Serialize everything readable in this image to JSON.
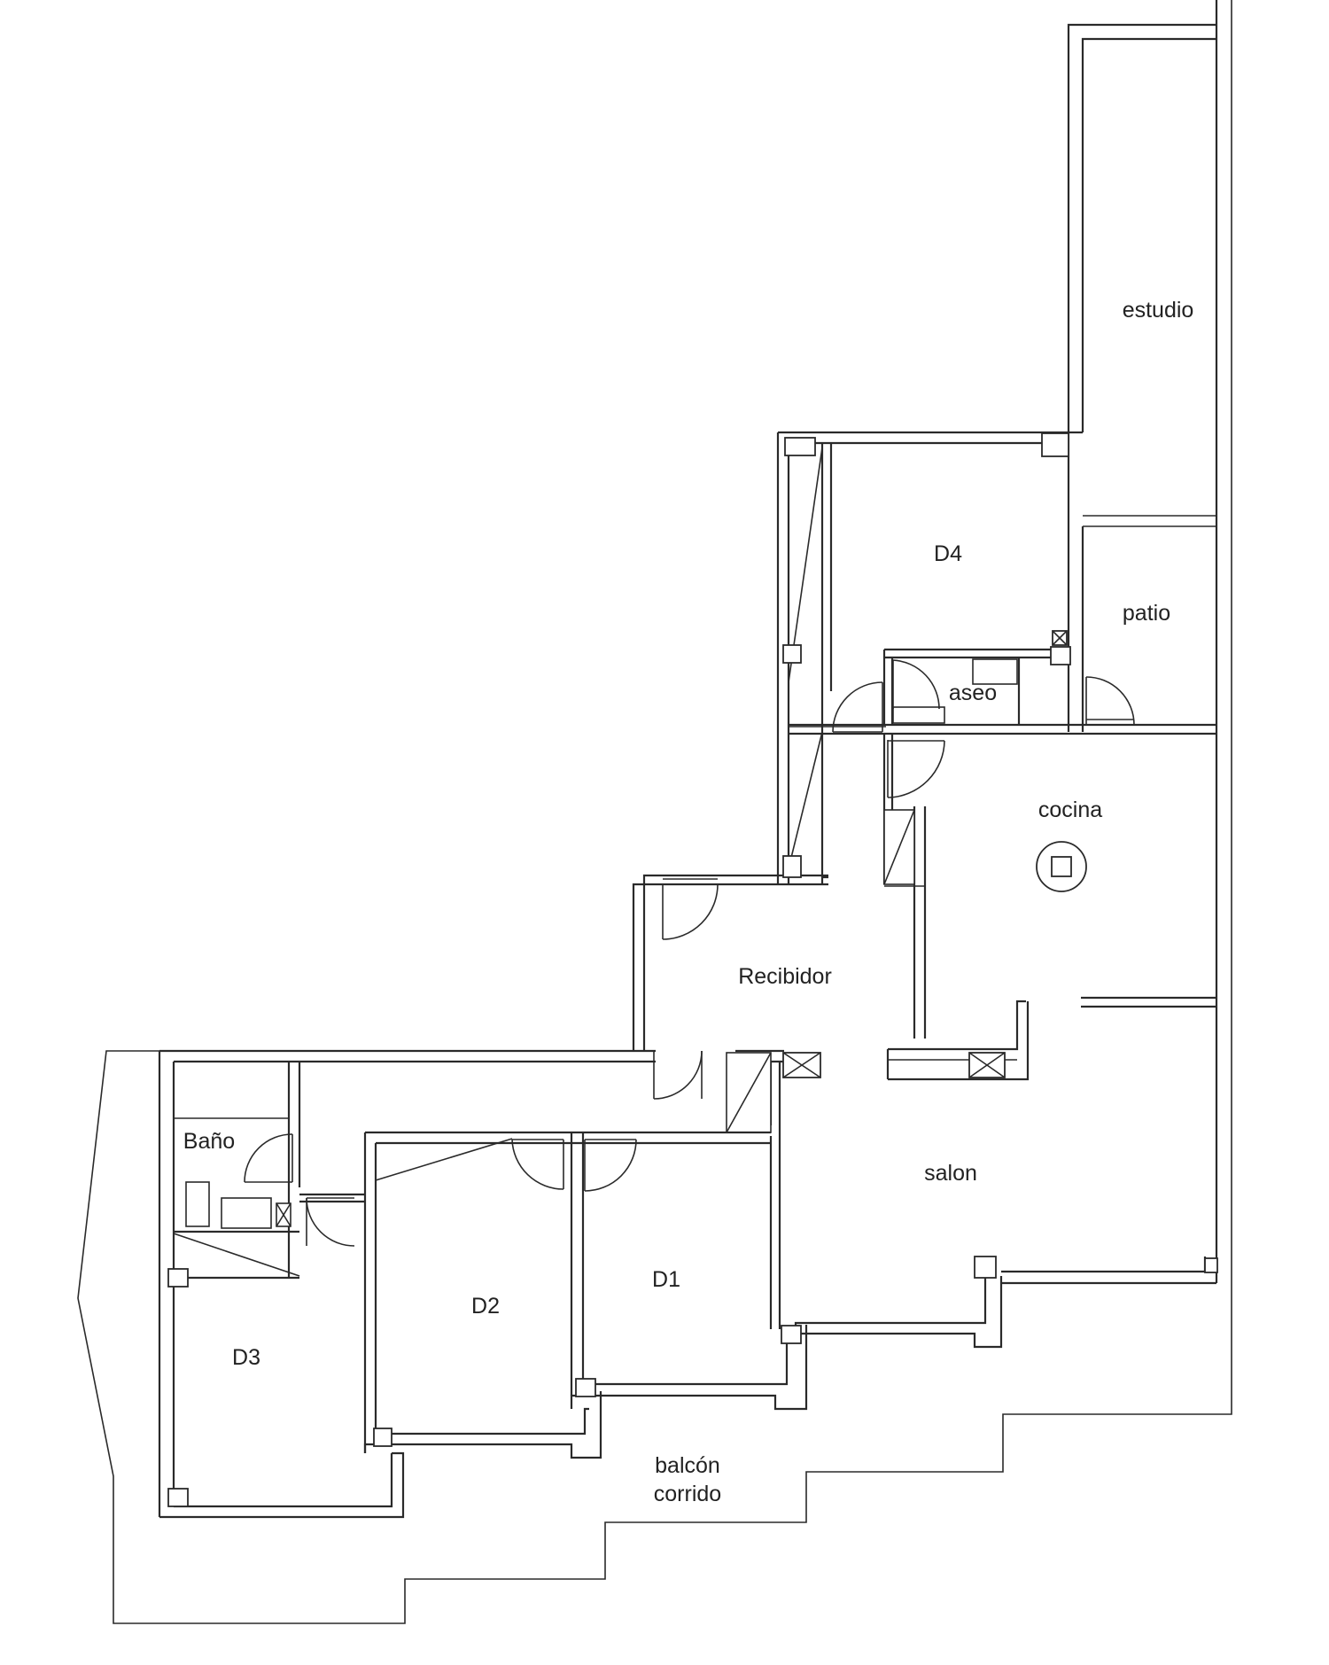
{
  "plan": {
    "rooms": [
      {
        "id": "estudio",
        "label": "estudio"
      },
      {
        "id": "d4",
        "label": "D4"
      },
      {
        "id": "patio",
        "label": "patio"
      },
      {
        "id": "aseo",
        "label": "aseo"
      },
      {
        "id": "cocina",
        "label": "cocina"
      },
      {
        "id": "recibidor",
        "label": "Recibidor"
      },
      {
        "id": "bano",
        "label": "Baño"
      },
      {
        "id": "salon",
        "label": "salon"
      },
      {
        "id": "d1",
        "label": "D1"
      },
      {
        "id": "d2",
        "label": "D2"
      },
      {
        "id": "d3",
        "label": "D3"
      }
    ],
    "balcony": {
      "line1": "balcón",
      "line2": "corrido"
    }
  }
}
